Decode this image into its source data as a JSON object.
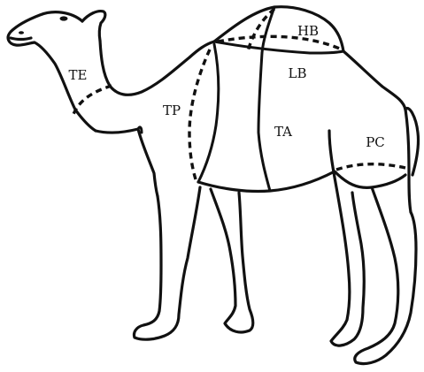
{
  "labels": {
    "te": "TE",
    "tp": "TP",
    "hb": "HB",
    "lb": "LB",
    "ta": "TA",
    "pc": "PC"
  },
  "colors": {
    "line": "#111111",
    "background": "#ffffff"
  }
}
